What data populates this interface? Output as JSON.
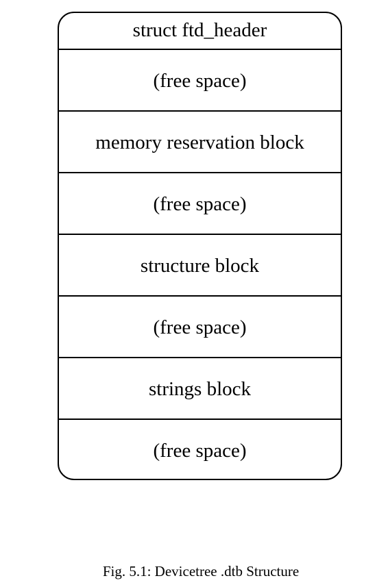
{
  "diagram": {
    "blocks": [
      "struct ftd_header",
      "(free space)",
      "memory reservation block",
      "(free space)",
      "structure block",
      "(free space)",
      "strings block",
      "(free space)"
    ]
  },
  "caption": "Fig. 5.1: Devicetree .dtb Structure"
}
